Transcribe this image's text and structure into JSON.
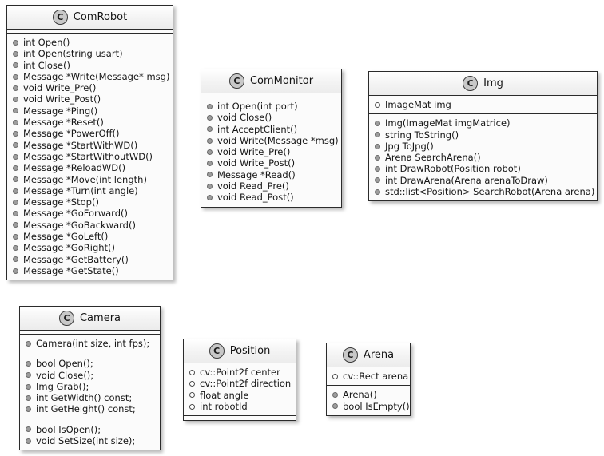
{
  "diagram": {
    "type": "uml-class-diagram",
    "background_color": "#ffffff",
    "box_fill_color": "#fbfbfb",
    "header_fill_color": "#ececec",
    "border_color": "#2b2b2b",
    "class_icon_glyph": "C"
  },
  "classes": [
    {
      "name": "ComRobot",
      "icon": "C",
      "attributes": [],
      "methods": [
        {
          "visibility": "public",
          "label": "int Open()"
        },
        {
          "visibility": "public",
          "label": "int Open(string usart)"
        },
        {
          "visibility": "public",
          "label": "int Close()"
        },
        {
          "visibility": "public",
          "label": "Message *Write(Message* msg)"
        },
        {
          "visibility": "public",
          "label": "void Write_Pre()"
        },
        {
          "visibility": "public",
          "label": "void Write_Post()"
        },
        {
          "visibility": "public",
          "label": "Message *Ping()"
        },
        {
          "visibility": "public",
          "label": "Message *Reset()"
        },
        {
          "visibility": "public",
          "label": "Message *PowerOff()"
        },
        {
          "visibility": "public",
          "label": "Message *StartWithWD()"
        },
        {
          "visibility": "public",
          "label": "Message *StartWithoutWD()"
        },
        {
          "visibility": "public",
          "label": "Message *ReloadWD()"
        },
        {
          "visibility": "public",
          "label": "Message *Move(int length)"
        },
        {
          "visibility": "public",
          "label": "Message *Turn(int angle)"
        },
        {
          "visibility": "public",
          "label": "Message *Stop()"
        },
        {
          "visibility": "public",
          "label": "Message *GoForward()"
        },
        {
          "visibility": "public",
          "label": "Message *GoBackward()"
        },
        {
          "visibility": "public",
          "label": "Message *GoLeft()"
        },
        {
          "visibility": "public",
          "label": "Message *GoRight()"
        },
        {
          "visibility": "public",
          "label": "Message *GetBattery()"
        },
        {
          "visibility": "public",
          "label": "Message *GetState()"
        }
      ]
    },
    {
      "name": "ComMonitor",
      "icon": "C",
      "attributes": [],
      "methods": [
        {
          "visibility": "public",
          "label": "int Open(int port)"
        },
        {
          "visibility": "public",
          "label": "void Close()"
        },
        {
          "visibility": "public",
          "label": "int AcceptClient()"
        },
        {
          "visibility": "public",
          "label": "void Write(Message *msg)"
        },
        {
          "visibility": "public",
          "label": "void Write_Pre()"
        },
        {
          "visibility": "public",
          "label": "void Write_Post()"
        },
        {
          "visibility": "public",
          "label": "Message *Read()"
        },
        {
          "visibility": "public",
          "label": "void Read_Pre()"
        },
        {
          "visibility": "public",
          "label": "void Read_Post()"
        }
      ]
    },
    {
      "name": "Img",
      "icon": "C",
      "attributes": [
        {
          "visibility": "public-field",
          "label": "ImageMat img"
        }
      ],
      "methods": [
        {
          "visibility": "public",
          "label": "Img(ImageMat imgMatrice)"
        },
        {
          "visibility": "public",
          "label": "string ToString()"
        },
        {
          "visibility": "public",
          "label": "Jpg ToJpg()"
        },
        {
          "visibility": "public",
          "label": "Arena SearchArena()"
        },
        {
          "visibility": "public",
          "label": "int DrawRobot(Position robot)"
        },
        {
          "visibility": "public",
          "label": "int DrawArena(Arena arenaToDraw)"
        },
        {
          "visibility": "public",
          "label": "std::list<Position> SearchRobot(Arena arena)"
        }
      ]
    },
    {
      "name": "Camera",
      "icon": "C",
      "attributes": [],
      "methods": [
        {
          "visibility": "public",
          "label": "Camera(int size, int fps);"
        },
        {
          "visibility": "spacer",
          "label": ""
        },
        {
          "visibility": "public",
          "label": "bool Open();"
        },
        {
          "visibility": "public",
          "label": "void Close();"
        },
        {
          "visibility": "public",
          "label": "Img Grab();"
        },
        {
          "visibility": "public",
          "label": "int GetWidth() const;"
        },
        {
          "visibility": "public",
          "label": "int GetHeight() const;"
        },
        {
          "visibility": "spacer",
          "label": ""
        },
        {
          "visibility": "public",
          "label": "bool IsOpen();"
        },
        {
          "visibility": "public",
          "label": "void SetSize(int size);"
        }
      ]
    },
    {
      "name": "Position",
      "icon": "C",
      "attributes": [
        {
          "visibility": "public-field",
          "label": "cv::Point2f center"
        },
        {
          "visibility": "public-field",
          "label": "cv::Point2f direction"
        },
        {
          "visibility": "public-field",
          "label": "float angle"
        },
        {
          "visibility": "public-field",
          "label": "int robotId"
        }
      ],
      "methods": []
    },
    {
      "name": "Arena",
      "icon": "C",
      "attributes": [
        {
          "visibility": "public-field",
          "label": "cv::Rect arena"
        }
      ],
      "methods": [
        {
          "visibility": "public",
          "label": "Arena()"
        },
        {
          "visibility": "public",
          "label": "bool IsEmpty()"
        }
      ]
    }
  ]
}
